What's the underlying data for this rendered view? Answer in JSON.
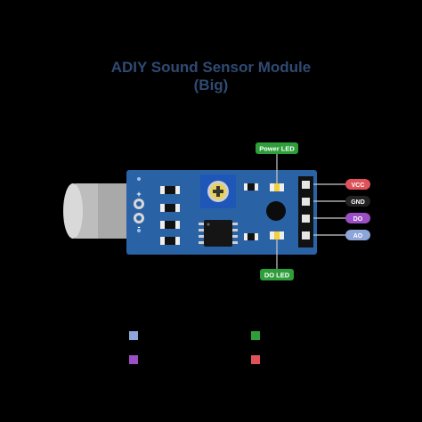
{
  "title": {
    "line1": "ADIY Sound Sensor Module",
    "line2": "(Big)"
  },
  "callouts": {
    "power_led": {
      "label": "Power LED",
      "color": "#2e9e3a"
    },
    "do_led": {
      "label": "DO LED",
      "color": "#2e9e3a"
    }
  },
  "pins": [
    {
      "label": "VCC",
      "color": "#e0525a"
    },
    {
      "label": "GND",
      "color": "#222222"
    },
    {
      "label": "DO",
      "color": "#9b4fc4"
    },
    {
      "label": "AO",
      "color": "#8da5d8"
    }
  ],
  "mic_terminals": [
    "+",
    "-"
  ],
  "legend_colors": [
    "#8da5d8",
    "#9b4fc4",
    "#2e9e3a",
    "#e0525a"
  ],
  "colors": {
    "board": "#2a62a6",
    "title": "#2f4a73"
  }
}
